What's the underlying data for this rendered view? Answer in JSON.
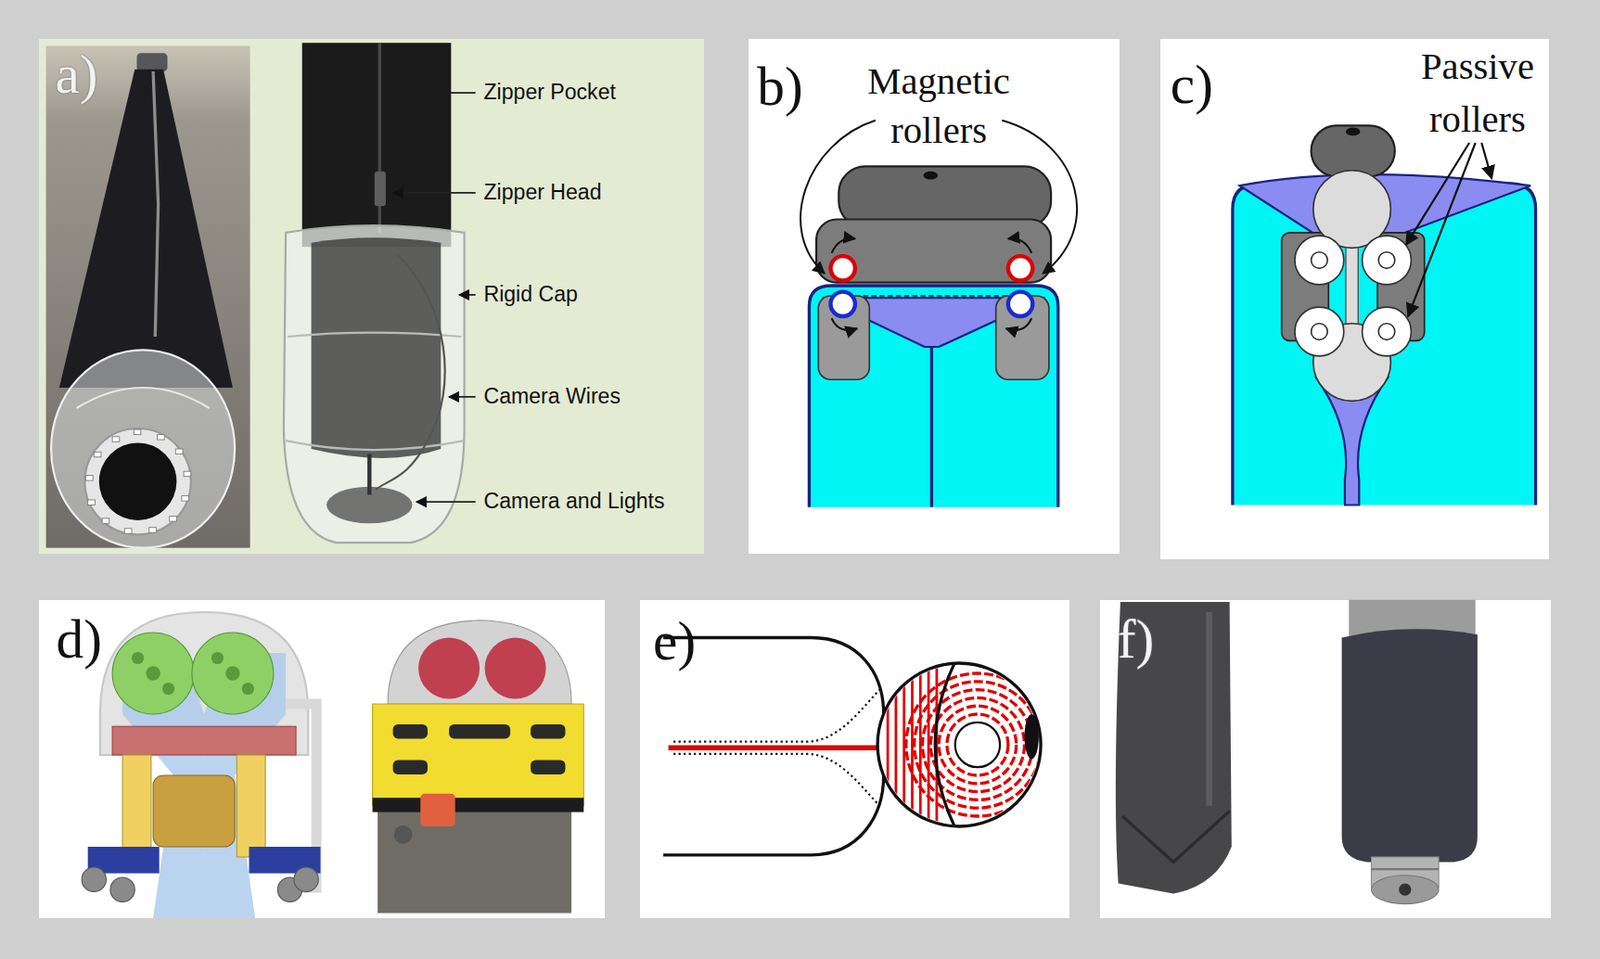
{
  "diagram": {
    "nodes": [
      {
        "text": [
          "a)"
        ]
      },
      {
        "text": [
          "b)"
        ]
      },
      {
        "text": [
          "c)"
        ]
      },
      {
        "text": [
          "d)"
        ]
      },
      {
        "text": [
          "e)"
        ]
      },
      {
        "text": [
          "f)"
        ]
      }
    ],
    "labels": [
      "Zipper Pocket",
      "Zipper Head",
      "Rigid Cap",
      "Camera Wires",
      "Camera and Lights",
      "Magnetic rollers",
      "Passive rollers"
    ]
  }
}
